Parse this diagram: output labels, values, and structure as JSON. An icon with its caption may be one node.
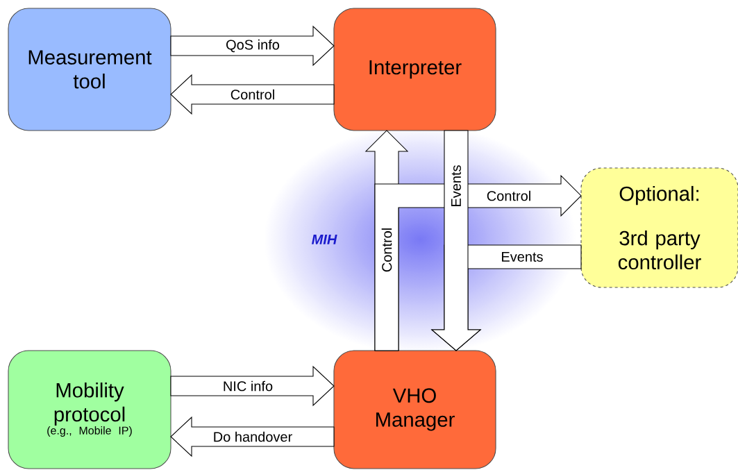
{
  "diagram": {
    "nodes": [
      {
        "text": [
          "Measurement tool"
        ]
      },
      {
        "text": [
          "Interpreter"
        ]
      },
      {
        "text": [
          "Optional:",
          "3rd party controller"
        ]
      },
      {
        "text": [
          "Mobility protocol",
          "(e.g., Mobile IP)"
        ]
      },
      {
        "text": [
          "VHO Manager"
        ]
      }
    ],
    "edges": [
      {
        "from": 0,
        "to": 1,
        "arrow": "to",
        "label": "QoS info"
      },
      {
        "from": 1,
        "to": 0,
        "arrow": "to",
        "label": "Control"
      },
      {
        "from": 4,
        "to": 1,
        "arrow": "to",
        "label": "Control"
      },
      {
        "from": 1,
        "to": 4,
        "arrow": "to",
        "label": "Events"
      },
      {
        "from": 4,
        "to": 2,
        "arrow": "to",
        "label": "Control"
      },
      {
        "from": 2,
        "to": 4,
        "arrow": "to",
        "label": "Events"
      },
      {
        "from": 3,
        "to": 4,
        "arrow": "to",
        "label": "NIC info"
      },
      {
        "from": 4,
        "to": 3,
        "arrow": "to",
        "label": "Do handover"
      }
    ],
    "labels": [
      "MIH"
    ]
  }
}
